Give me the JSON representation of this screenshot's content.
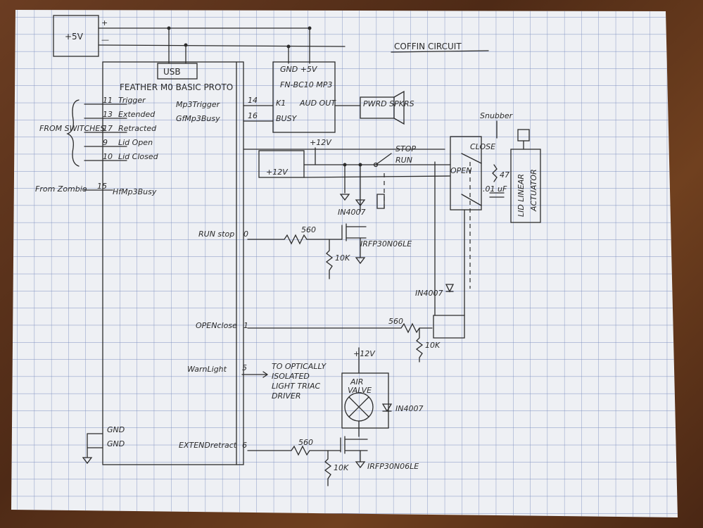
{
  "title": "COFFIN CIRCUIT",
  "power": {
    "supply": "+5V",
    "plus": "+",
    "minus": "—",
    "plus12": "+12V",
    "plus12b": "+12V"
  },
  "feather": {
    "usb": "USB",
    "name": "FEATHER M0 BASIC PROTO",
    "gnd1": "GND",
    "gnd2": "GND"
  },
  "mp3": {
    "header": "GND +5V",
    "name": "FN-BC10 MP3",
    "k1": "K1",
    "busy": "BUSY",
    "audout": "AUD OUT",
    "speakers": "PWRD SPKRS"
  },
  "feather_pins": {
    "trigger_num": "11",
    "trigger": "Trigger",
    "extended_num": "13",
    "extended": "Extended",
    "retracted_num": "17",
    "retracted": "Retracted",
    "lidopen_num": "9",
    "lidopen": "Lid Open",
    "lidclosed_num": "10",
    "lidclosed": "Lid Closed",
    "mp3trigger": "Mp3Trigger",
    "mp3trigger_num": "14",
    "fmp3busy": "GfMp3Busy",
    "fmp3busy_num": "16",
    "hfmp3busy": "HfMp3Busy",
    "hfmp3busy_num": "15",
    "runstop": "RUN stop",
    "runstop_num": "0",
    "openclose": "OPENclose",
    "openclose_num": "1",
    "warnlight": "WarnLight",
    "warnlight_num": "5",
    "extendretract": "EXTENDretract",
    "extendretract_num": "6"
  },
  "labels": {
    "from_switches": "FROM SWITCHES",
    "from_zombie": "From Zombie",
    "stop": "STOP",
    "run": "RUN",
    "close": "CLOSE",
    "open": "OPEN",
    "snubber": "Snubber",
    "r47": "47",
    "c01": ".01 uF",
    "actuator1": "LID LINEAR",
    "actuator2": "ACTUATOR",
    "regulator": "+12V",
    "diode1": "IN4007",
    "diode2": "IN4007",
    "diode3": "IN4007",
    "r560a": "560",
    "r560b": "560",
    "r560c": "560",
    "r10ka": "10K",
    "r10kb": "10K",
    "r10kc": "10K",
    "mosfet1": "IRFP30N06LE",
    "mosfet2": "IRFP30N06LE",
    "optic1": "TO OPTICALLY",
    "optic2": "ISOLATED",
    "optic3": "LIGHT TRIAC",
    "optic4": "DRIVER",
    "air1": "AIR",
    "air2": "VALVE"
  }
}
